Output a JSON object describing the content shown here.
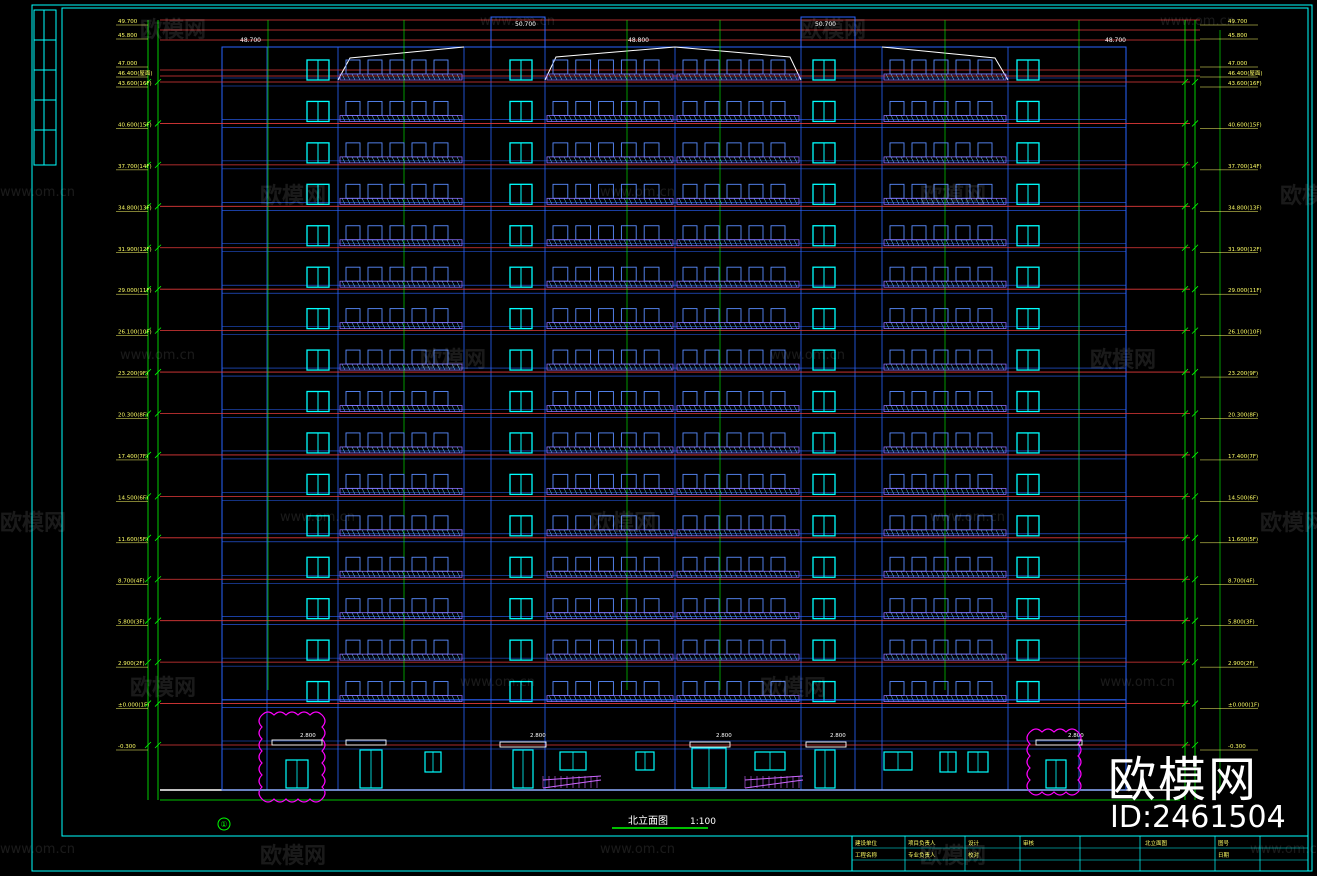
{
  "drawing": {
    "title": "北立面图",
    "scale": "1:100",
    "watermark_text": "欧模网",
    "watermark_domain": "www.om.cn",
    "brand": "欧模网",
    "brand_id": "ID:2461504"
  },
  "elevations_left": [
    {
      "label": "49.700"
    },
    {
      "label": "45.800"
    },
    {
      "label": "47.000"
    },
    {
      "label": "46.400(屋面)"
    },
    {
      "label": "43.600(16F)"
    },
    {
      "label": "40.600(15F)"
    },
    {
      "label": "37.700(14F)"
    },
    {
      "label": "34.800(13F)"
    },
    {
      "label": "31.900(12F)"
    },
    {
      "label": "29.000(11F)"
    },
    {
      "label": "26.100(10F)"
    },
    {
      "label": "23.200(9F)"
    },
    {
      "label": "20.300(8F)"
    },
    {
      "label": "17.400(7F)"
    },
    {
      "label": "14.500(6F)"
    },
    {
      "label": "11.600(5F)"
    },
    {
      "label": "8.700(4F)"
    },
    {
      "label": "5.800(3F)"
    },
    {
      "label": "2.900(2F)"
    },
    {
      "label": "±0.000(1F)"
    },
    {
      "label": "-0.300"
    }
  ],
  "top_marks": [
    {
      "label": "48.700"
    },
    {
      "label": "50.700"
    },
    {
      "label": "48.800"
    },
    {
      "label": "50.700"
    },
    {
      "label": "48.700"
    }
  ],
  "canopy_marks": [
    "2.800",
    "2.800",
    "2.800",
    "2.800",
    "2.800"
  ],
  "axis_mark": "①",
  "title_block": {
    "cells": [
      "建设单位",
      "工程名称",
      "项目负责人",
      "专业负责人",
      "设计",
      "校对",
      "审核",
      "北立面图",
      "图号",
      "日期"
    ]
  },
  "colors": {
    "frame": "#00ffff",
    "wall": "#2a64ff",
    "floor_line": "#e33a3a",
    "window": "#00ffff",
    "balcony": "#ff00ff",
    "dim": "#00ff00",
    "text": "#ffff66"
  }
}
